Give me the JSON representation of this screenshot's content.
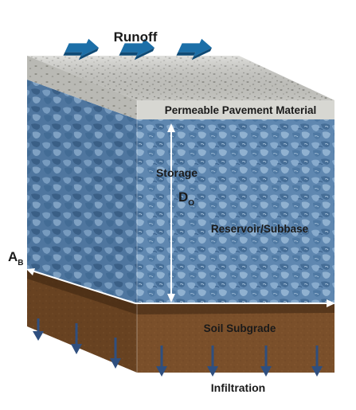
{
  "diagram": {
    "labels": {
      "runoff": "Runoff",
      "pavement": "Permeable Pavement Material",
      "storage": "Storage",
      "depth_main": "D",
      "depth_sub": "O",
      "reservoir": "Reservoir/Subbase",
      "area_main": "A",
      "area_sub": "B",
      "soil": "Soil Subgrade",
      "infiltration": "Infiltration"
    },
    "colors": {
      "runoff_arrow": "#1c6fa8",
      "pavement": "#c9c9c4",
      "reservoir": "#5f87b0",
      "soil": "#7a4f2a",
      "infiltration_arrow": "#2f4f7f"
    },
    "icons": {
      "runoff": "arrow-right-icon",
      "infiltration": "arrow-down-icon",
      "dimension": "double-arrow-icon"
    }
  }
}
